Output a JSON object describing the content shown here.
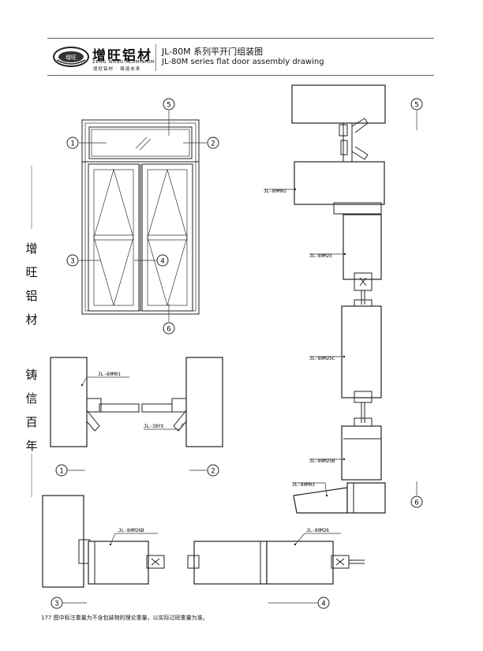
{
  "brand": {
    "name": "增旺铝材",
    "name_en": "ZENG WANG ALUMINIUM",
    "slogan": "增旺铝材 · 铸造未来",
    "logo_text": "增旺"
  },
  "title": {
    "cn": "JL-80M 系列平开门组装图",
    "en": "JL-80M series flat door assembly drawing"
  },
  "side_text": [
    "增",
    "旺",
    "铝",
    "材",
    "铸",
    "信",
    "百",
    "年"
  ],
  "callouts": [
    "1",
    "2",
    "3",
    "4",
    "5",
    "6"
  ],
  "profile_labels": {
    "p_80M02": "JL-80M02",
    "p_80M25": "JL-80M25",
    "p_80M25C": "JL-80M25C",
    "p_80M25B": "JL-80M25B",
    "p_80M03": "JL-80M03",
    "p_80M01": "JL-80M01",
    "p_38YX": "JL-38YX",
    "p_80M26B": "JL-80M26B",
    "p_80M26": "JL-80M26"
  },
  "footnote": "177 图中标注重量为不含包装物的理论重量，以实际过磅重量为准。"
}
